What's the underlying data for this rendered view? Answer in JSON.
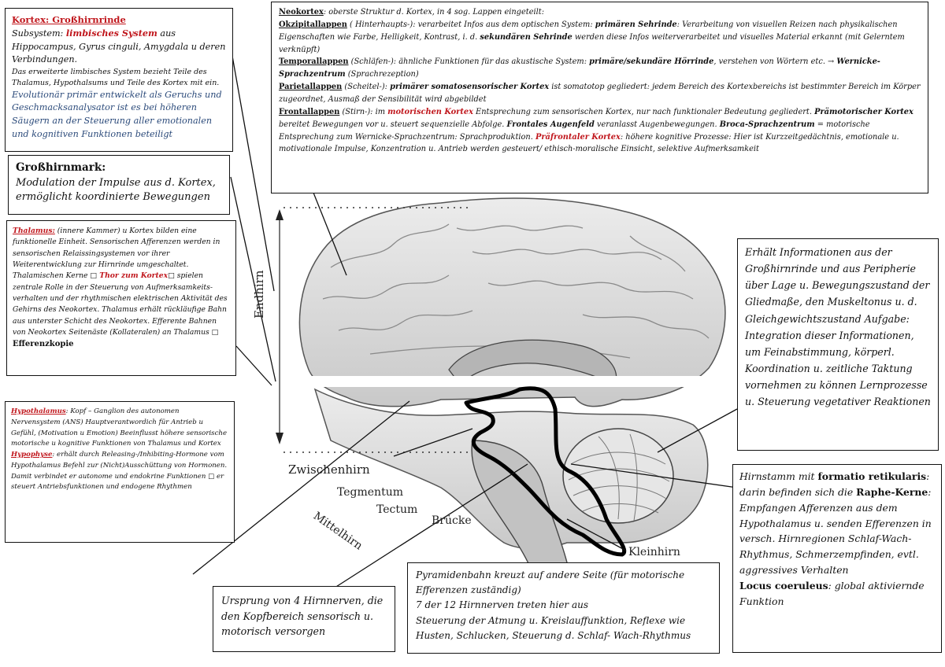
{
  "kortex_box": {
    "heading": "Kortex: Großhirnrinde",
    "subsystem_prefix": "Subsystem: ",
    "subsystem_term": "limbisches System",
    "subsystem_rest": " aus Hippocampus, Gyrus cinguli, Amygdala u deren Verbindungen.",
    "extended": "Das erweiterte limbisches System bezieht Teile des Thalamus, Hypothalsums und Teile des Kortex mit ein.",
    "evolution": "Evolutionär primär entwickelt als Geruchs und Geschmacksanalysator ist es bei höheren Säugern an der Steuerung aller emotionalen und kognitiven Funktionen beteiligt"
  },
  "grosshirnmark_box": {
    "heading": "Großhirnmark:",
    "text": "Modulation der Impulse aus d. Kortex, ermöglicht koordinierte Bewegungen"
  },
  "thalamus_box": {
    "heading": "Thalamus:",
    "text1": " (innere Kammer) u Kortex bilden eine funktionelle Einheit. Sensorischen Afferenzen werden in sensorischen Relaissingsystemen vor ihrer Weiterentwicklung zur Hirnrinde umgeschaltet. Thalamischen Kerne ",
    "thor": " Thor zum Kortex",
    "text2": " spielen zentrale Rolle in der Steuerung von Aufmerksamkeits-verhalten und der rhythmischen elektrischen Aktivität des Gehirns des Neokortex. Thalamus erhält rückläufige Bahn aus unterster Schicht des Neokortex. Efferente Bahnen von Neokortex Seitenäste (Kollateralen) an Thalamus ",
    "efferenz": "Efferenzkopie"
  },
  "hypothalamus_box": {
    "heading": "Hypothalamus",
    "text": ": Kopf – Ganglion des autonomen Nervensystem (ANS) Hauptverantwordich für Antrieb u Gefühl, (Motivation u Emotion) Beeinflusst höhere sensorische motorische u kognitive Funktionen von Thalamus und Kortex",
    "hypophyse_heading": "Hypophyse",
    "hypophyse_text": ": erhält durch Releasing-/Inhibiting-Hormone vom Hypothalamus Befehl zur (Nicht)Ausschüttung von Hormonen. Damit verbindet er autonome und endokrine Funktionen ",
    "hypophyse_text2": " er steuert Antriebsfunktionen und endogene Rhythmen"
  },
  "neokortex_box": {
    "h_neo": "Neokortex",
    "t_neo": ": oberste Struktur d. Kortex, in 4 sog. Lappen eingeteilt:",
    "h_okz": "Okzipitallappen",
    "t_okz1": " ( Hinterhaupts-): verarbeitet Infos aus dem optischen System: ",
    "b_okz1": "primären Sehrinde",
    "t_okz2": ": Verarbeitung von visuellen Reizen nach physikalischen Eigenschaften wie Farbe, Helligkeit, Kontrast, i. d. ",
    "b_okz2": "sekundären Sehrinde",
    "t_okz3": " werden diese Infos weiterverarbeitet und visuelles Material erkannt (mit Gelerntem verknüpft)",
    "h_temp": "Temporallappen",
    "t_temp1": " (Schläfen-): ähnliche Funktionen für das akustische System: ",
    "b_temp1": "primäre/sekundäre Hörrinde",
    "t_temp2": ", verstehen von Wörtern etc. → ",
    "b_temp2": "Wernicke-Sprachzentrum",
    "t_temp3": " (Sprachrezeption)",
    "h_par": "Parietallappen",
    "t_par1": " (Scheitel-): ",
    "b_par1": "primärer somatosensorischer Kortex",
    "t_par2": " ist somatotop gegliedert: jedem Bereich des Kortexbereichs ist bestimmter Bereich im Körper zugeordnet, Ausmaß der Sensibilität wird abgebildet",
    "h_front": "Frontallappen",
    "t_front1": " (Stirn-): im ",
    "r_front1": "motorischen Kortex",
    "t_front2": " Entsprechung zum sensorischen Kortex, nur nach funktionaler Bedeutung gegliedert. ",
    "b_front2": "Prämotorischer Kortex",
    "t_front3": " bereitet Bewegungen vor u. steuert sequenzielle Abfolge. ",
    "b_front3": "Frontales Augenfeld",
    "t_front4": " veranlasst Augenbewegungen. ",
    "b_front4": "Broca-Sprachzentrum",
    "t_front5": " = motorische Entsprechung zum Wernicke-Sprachzentrum: Sprachproduktion. ",
    "r_front5": "Präfrontaler Kortex",
    "t_front6": ": höhere kognitive Prozesse: Hier ist Kurzzeitgedächtnis, emotionale u. motivationale Impulse, Konzentration u. Antrieb werden gesteuert/ ethisch-moralische Einsicht, selektive Aufmerksamkeit"
  },
  "kleinhirn_box": {
    "text": "Erhält Informationen aus der Großhirnrinde und aus Peripherie über Lage u. Bewegungszustand der Gliedmaße, den Muskeltonus u. d. Gleichgewichtszustand Aufgabe: Integration dieser Informationen, um Feinabstimmung, körperl. Koordination u. zeitliche Taktung vornehmen zu können Lernprozesse u. Steuerung vegetativer Reaktionen"
  },
  "hirnstamm_box": {
    "t1": "Hirnstamm mit ",
    "b1": "formatio retikularis",
    "t2": ": darin befinden sich die ",
    "b2": "Raphe-Kerne",
    "t3": ":",
    "t4": "Empfangen Afferenzen aus dem Hypothalamus u. senden Efferenzen in versch. Hirnregionen Schlaf-Wach-Rhythmus, Schmerzempfinden, evtl. aggressives Verhalten",
    "b3": "Locus coeruleus",
    "t5": ": global aktiviernde Funktion"
  },
  "pyramiden_box": {
    "l1": "Pyramidenbahn kreuzt auf andere Seite (für motorische Efferenzen zuständig)",
    "l2": "7 der 12 Hirnnerven treten hier aus",
    "l3": "Steuerung der Atmung u. Kreislauffunktion, Reflexe wie Husten, Schlucken, Steuerung d. Schlaf- Wach-Rhythmus"
  },
  "hirnnerven_box": {
    "text": "Ursprung von 4 Hirnnerven, die den Kopfbereich sensorisch u. motorisch versorgen"
  },
  "labels": {
    "endhirn": "Endhirn",
    "zwischenhirn": "Zwischenhirn",
    "tegmentum": "Tegmentum",
    "tectum": "Tectum",
    "mittelhirn": "Mittelhirn",
    "bruecke": "Brücke",
    "kleinhirn": "Kleinhirn"
  },
  "colors": {
    "accent_red": "#c0161c",
    "accent_blue": "#2b4a7a"
  }
}
